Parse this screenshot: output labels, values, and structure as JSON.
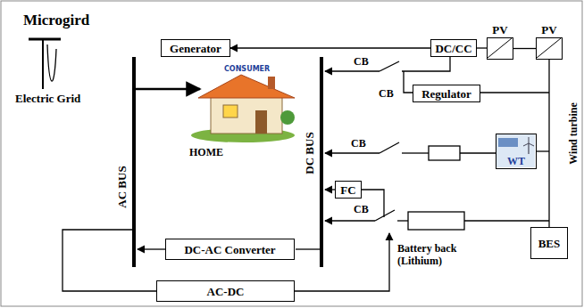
{
  "diagram": {
    "title": "Microgird",
    "nodes": [
      {
        "text": [
          "Generator"
        ]
      },
      {
        "text": [
          "DC/CC"
        ]
      },
      {
        "text": [
          "PV"
        ]
      },
      {
        "text": [
          "PV"
        ]
      },
      {
        "text": [
          "Regulator"
        ]
      },
      {
        "text": [
          "WT"
        ]
      },
      {
        "text": [
          "FC"
        ]
      },
      {
        "text": [
          "BES"
        ]
      },
      {
        "text": [
          "DC-AC Converter"
        ]
      },
      {
        "text": [
          "AC-DC"
        ]
      }
    ],
    "edges": [
      {
        "from": 1,
        "to": 0,
        "arrow": "to"
      },
      {
        "from": 1,
        "to": 2,
        "arrow": "none"
      },
      {
        "from": 2,
        "to": 3,
        "arrow": "none"
      },
      {
        "from": 3,
        "to": 7,
        "arrow": "none"
      }
    ],
    "labels": [
      "Electric Grid",
      "AC BUS",
      "HOME",
      "CONSUMER",
      "DC BUS",
      "CB",
      "CB",
      "CB",
      "CB",
      "Wind turbine",
      "Battery back (Lithium)"
    ]
  }
}
